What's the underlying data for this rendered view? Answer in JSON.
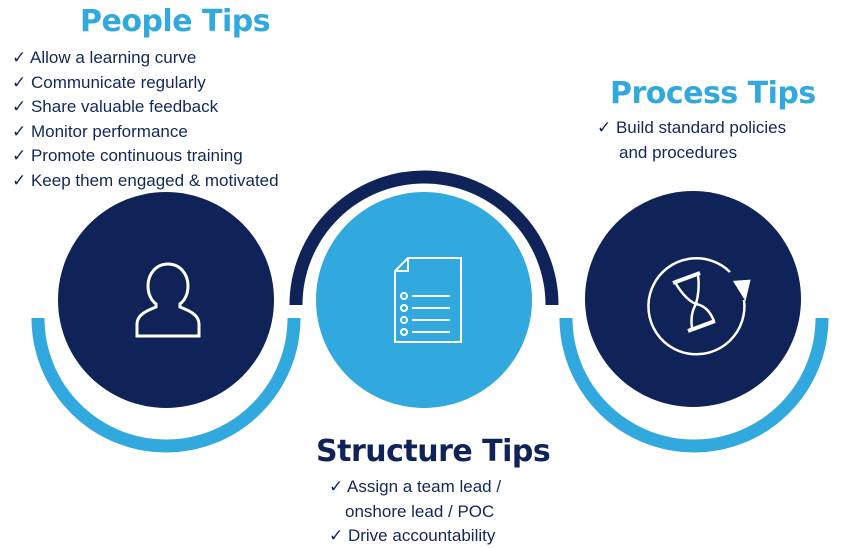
{
  "colors": {
    "dark": "#0f2358",
    "light": "#32a9de"
  },
  "people": {
    "title": "People Tips",
    "items": [
      "✓ Allow a learning curve",
      "✓ Communicate regularly",
      "✓ Share valuable feedback",
      "✓ Monitor performance",
      "✓ Promote continuous training",
      "✓ Keep them engaged & motivated"
    ],
    "icon": "person-icon"
  },
  "process": {
    "title": "Process Tips",
    "items": [
      "✓ Build standard policies",
      "and procedures"
    ],
    "icon": "hourglass-cycle-icon"
  },
  "structure": {
    "title": "Structure Tips",
    "items": [
      "✓ Assign a team lead /",
      "onshore lead / POC",
      "✓ Drive accountability"
    ],
    "icon": "document-checklist-icon"
  }
}
